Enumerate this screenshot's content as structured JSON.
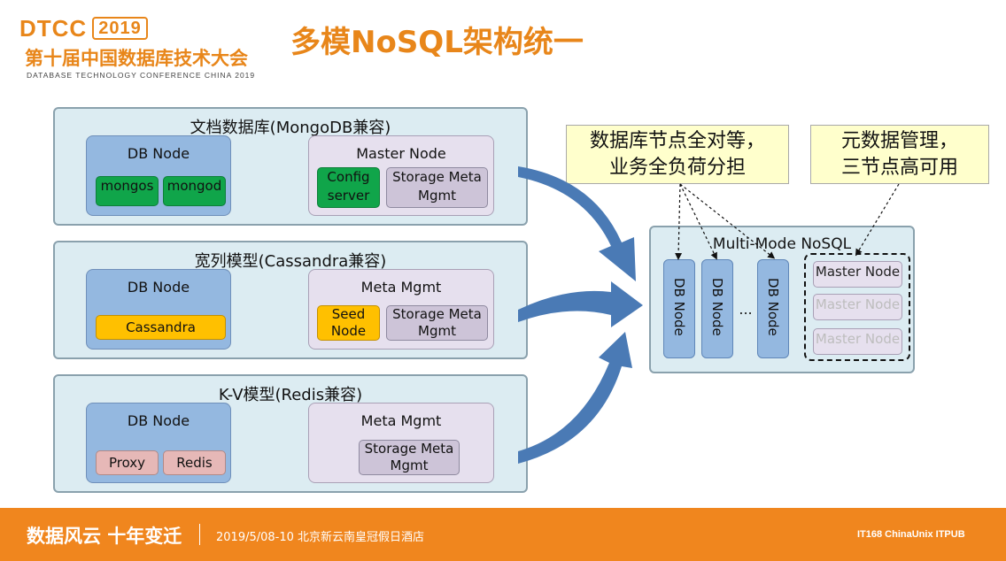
{
  "logo": {
    "brand": "DTCC",
    "year": "2019",
    "cn": "第十届中国数据库技术大会",
    "en": "DATABASE TECHNOLOGY CONFERENCE CHINA 2019"
  },
  "title": "多模NoSQL架构统一",
  "panels": [
    {
      "title": "文档数据库(MongoDB兼容)",
      "db_node": "DB Node",
      "db_chips": [
        "mongos",
        "mongod"
      ],
      "right_title": "Master Node",
      "right_chips": [
        "Config server",
        "Storage Meta Mgmt"
      ]
    },
    {
      "title": "宽列模型(Cassandra兼容)",
      "db_node": "DB Node",
      "db_chips": [
        "Cassandra"
      ],
      "right_title": "Meta Mgmt",
      "right_chips": [
        "Seed Node",
        "Storage Meta Mgmt"
      ]
    },
    {
      "title": "K-V模型(Redis兼容)",
      "db_node": "DB Node",
      "db_chips": [
        "Proxy",
        "Redis"
      ],
      "right_title": "Meta Mgmt",
      "right_chips": [
        "Storage Meta Mgmt"
      ]
    }
  ],
  "callouts": {
    "left_line1": "数据库节点全对等，",
    "left_line2": "业务全负荷分担",
    "right_line1": "元数据管理，",
    "right_line2": "三节点高可用"
  },
  "multimode": {
    "title": "Multi-Mode NoSQL",
    "node_label": "DB Node",
    "ellipsis": "...",
    "master_label": "Master Node"
  },
  "footer": {
    "slogan": "数据风云 十年变迁",
    "date_venue": "2019/5/08-10  北京新云南皇冠假日酒店",
    "sponsors": "IT168   ChinaUnix   ITPUB"
  },
  "colors": {
    "accent": "#e8861a",
    "panel_bg": "#dcecf2",
    "db_node": "#94b8e0",
    "master_bg": "#e6e0ee",
    "green": "#10a54a",
    "yellow": "#ffc000",
    "pink": "#e6b8b7",
    "arrow": "#4a7ab5"
  }
}
